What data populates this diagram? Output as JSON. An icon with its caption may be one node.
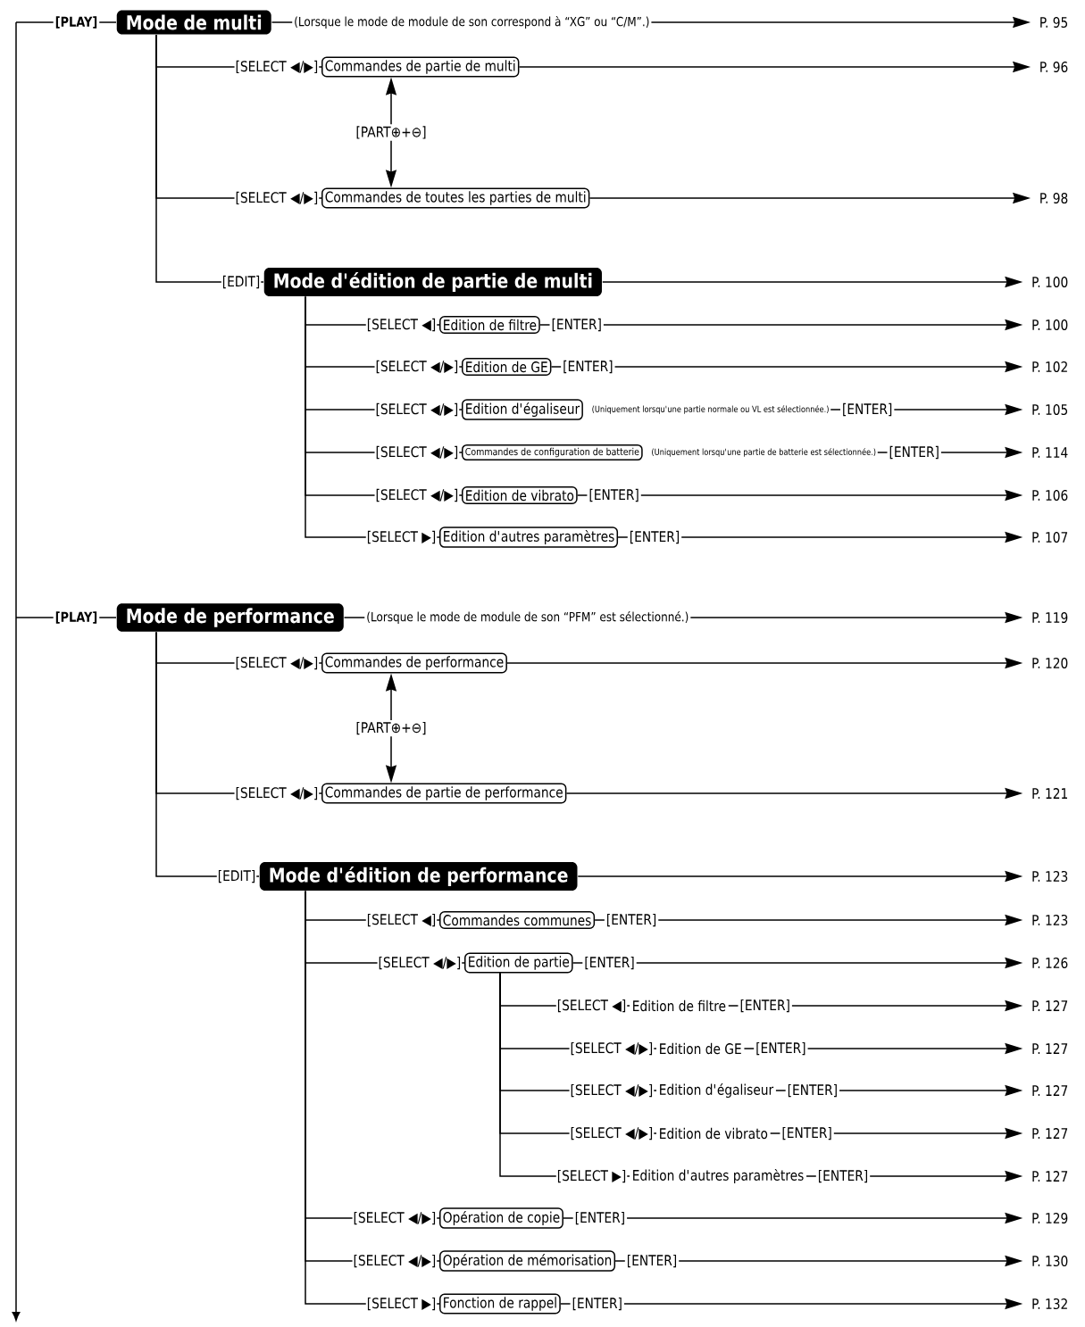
{
  "diagram": {
    "nodes": [
      {
        "text": [
          "Mode de multi"
        ]
      },
      {
        "text": [
          "P. 95"
        ]
      },
      {
        "text": [
          "Commandes de partie de multi"
        ]
      },
      {
        "text": [
          "P. 96"
        ]
      },
      {
        "text": [
          "Commandes de toutes les parties de multi"
        ]
      },
      {
        "text": [
          "P. 98"
        ]
      },
      {
        "text": [
          "Mode d'édition de partie de multi"
        ]
      },
      {
        "text": [
          "P. 100"
        ]
      },
      {
        "text": [
          "Edition de filtre"
        ]
      },
      {
        "text": [
          "P. 100"
        ]
      },
      {
        "text": [
          "Edition de GE"
        ]
      },
      {
        "text": [
          "P. 102"
        ]
      },
      {
        "text": [
          "Edition d'égaliseur"
        ],
        "beside": [
          "(Uniquement lorsqu'une partie normale ou VL est sélectionnée.)"
        ]
      },
      {
        "text": [
          "P. 105"
        ]
      },
      {
        "text": [
          "Commandes de configuration de batterie"
        ],
        "beside": [
          "(Uniquement lorsqu'une partie de batterie est sélectionnée.)"
        ]
      },
      {
        "text": [
          "P. 114"
        ]
      },
      {
        "text": [
          "Edition de vibrato"
        ]
      },
      {
        "text": [
          "P. 106"
        ]
      },
      {
        "text": [
          "Edition d'autres paramètres"
        ]
      },
      {
        "text": [
          "P. 107"
        ]
      },
      {
        "text": [
          "Mode de performance"
        ]
      },
      {
        "text": [
          "P. 119"
        ]
      },
      {
        "text": [
          "Commandes de performance"
        ]
      },
      {
        "text": [
          "P. 120"
        ]
      },
      {
        "text": [
          "Commandes de partie de performance"
        ]
      },
      {
        "text": [
          "P. 121"
        ]
      },
      {
        "text": [
          "Mode d'édition de performance"
        ]
      },
      {
        "text": [
          "P. 123"
        ]
      },
      {
        "text": [
          "Commandes communes"
        ]
      },
      {
        "text": [
          "P. 123"
        ]
      },
      {
        "text": [
          "Edition de partie"
        ]
      },
      {
        "text": [
          "P. 126"
        ]
      },
      {
        "text": [
          "Edition de filtre"
        ]
      },
      {
        "text": [
          "P. 127"
        ]
      },
      {
        "text": [
          "Edition de GE"
        ]
      },
      {
        "text": [
          "P. 127"
        ]
      },
      {
        "text": [
          "Edition d'égaliseur"
        ]
      },
      {
        "text": [
          "P. 127"
        ]
      },
      {
        "text": [
          "Edition de vibrato"
        ]
      },
      {
        "text": [
          "P. 127"
        ]
      },
      {
        "text": [
          "Edition d'autres paramètres"
        ]
      },
      {
        "text": [
          "P. 127"
        ]
      },
      {
        "text": [
          "Opération de copie"
        ]
      },
      {
        "text": [
          "P. 129"
        ]
      },
      {
        "text": [
          "Opération de mémorisation"
        ]
      },
      {
        "text": [
          "P. 130"
        ]
      },
      {
        "text": [
          "Fonction de rappel"
        ]
      },
      {
        "text": [
          "P. 132"
        ]
      }
    ],
    "edges": [
      {
        "from": null,
        "to": 0,
        "arrow": "none",
        "label": "[PLAY]"
      },
      {
        "from": 0,
        "to": 1,
        "arrow": "to",
        "label": "(Lorsque le mode de module de son correspond à “XG” ou “C/M”.)"
      },
      {
        "from": 0,
        "to": 2,
        "arrow": "none",
        "label": "[SELECT ◀/▶]"
      },
      {
        "from": 2,
        "to": 3,
        "arrow": "to"
      },
      {
        "from": 2,
        "to": 4,
        "arrow": "both",
        "label": "[PART⊕+⊖]"
      },
      {
        "from": 0,
        "to": 4,
        "arrow": "none",
        "label": "[SELECT ◀/▶]"
      },
      {
        "from": 4,
        "to": 5,
        "arrow": "to"
      },
      {
        "from": 0,
        "to": 6,
        "arrow": "none",
        "label": "[EDIT]"
      },
      {
        "from": 6,
        "to": 7,
        "arrow": "to"
      },
      {
        "from": 6,
        "to": 8,
        "arrow": "none",
        "label": "[SELECT ◀]"
      },
      {
        "from": 8,
        "to": 9,
        "arrow": "to",
        "label": "[ENTER]"
      },
      {
        "from": 6,
        "to": 10,
        "arrow": "none",
        "label": "[SELECT ◀/▶]"
      },
      {
        "from": 10,
        "to": 11,
        "arrow": "to",
        "label": "[ENTER]"
      },
      {
        "from": 6,
        "to": 12,
        "arrow": "none",
        "label": "[SELECT ◀/▶]"
      },
      {
        "from": 12,
        "to": 13,
        "arrow": "to",
        "label": "[ENTER]"
      },
      {
        "from": 6,
        "to": 14,
        "arrow": "none",
        "label": "[SELECT ◀/▶]"
      },
      {
        "from": 14,
        "to": 15,
        "arrow": "to",
        "label": "[ENTER]"
      },
      {
        "from": 6,
        "to": 16,
        "arrow": "none",
        "label": "[SELECT ◀/▶]"
      },
      {
        "from": 16,
        "to": 17,
        "arrow": "to",
        "label": "[ENTER]"
      },
      {
        "from": 6,
        "to": 18,
        "arrow": "none",
        "label": "[SELECT ▶]"
      },
      {
        "from": 18,
        "to": 19,
        "arrow": "to",
        "label": "[ENTER]"
      },
      {
        "from": null,
        "to": 20,
        "arrow": "none",
        "label": "[PLAY]"
      },
      {
        "from": 20,
        "to": 21,
        "arrow": "to",
        "label": "(Lorsque le mode de module de son “PFM” est sélectionné.)"
      },
      {
        "from": 20,
        "to": 22,
        "arrow": "none",
        "label": "[SELECT ◀/▶]"
      },
      {
        "from": 22,
        "to": 23,
        "arrow": "to"
      },
      {
        "from": 22,
        "to": 24,
        "arrow": "both",
        "label": "[PART⊕+⊖]"
      },
      {
        "from": 20,
        "to": 24,
        "arrow": "none",
        "label": "[SELECT ◀/▶]"
      },
      {
        "from": 24,
        "to": 25,
        "arrow": "to"
      },
      {
        "from": 20,
        "to": 26,
        "arrow": "none",
        "label": "[EDIT]"
      },
      {
        "from": 26,
        "to": 27,
        "arrow": "to"
      },
      {
        "from": 26,
        "to": 28,
        "arrow": "none",
        "label": "[SELECT ◀]"
      },
      {
        "from": 28,
        "to": 29,
        "arrow": "to",
        "label": "[ENTER]"
      },
      {
        "from": 26,
        "to": 30,
        "arrow": "none",
        "label": "[SELECT ◀/▶]"
      },
      {
        "from": 30,
        "to": 31,
        "arrow": "to",
        "label": "[ENTER]"
      },
      {
        "from": 30,
        "to": 32,
        "arrow": "none",
        "label": "[SELECT ◀]"
      },
      {
        "from": 32,
        "to": 33,
        "arrow": "to",
        "label": "[ENTER]"
      },
      {
        "from": 30,
        "to": 34,
        "arrow": "none",
        "label": "[SELECT ◀/▶]"
      },
      {
        "from": 34,
        "to": 35,
        "arrow": "to",
        "label": "[ENTER]"
      },
      {
        "from": 30,
        "to": 36,
        "arrow": "none",
        "label": "[SELECT ◀/▶]"
      },
      {
        "from": 36,
        "to": 37,
        "arrow": "to",
        "label": "[ENTER]"
      },
      {
        "from": 30,
        "to": 38,
        "arrow": "none",
        "label": "[SELECT ◀/▶]"
      },
      {
        "from": 38,
        "to": 39,
        "arrow": "to",
        "label": "[ENTER]"
      },
      {
        "from": 30,
        "to": 40,
        "arrow": "none",
        "label": "[SELECT ▶]"
      },
      {
        "from": 40,
        "to": 41,
        "arrow": "to",
        "label": "[ENTER]"
      },
      {
        "from": 26,
        "to": 42,
        "arrow": "none",
        "label": "[SELECT ◀/▶]"
      },
      {
        "from": 42,
        "to": 43,
        "arrow": "to",
        "label": "[ENTER]"
      },
      {
        "from": 26,
        "to": 44,
        "arrow": "none",
        "label": "[SELECT ◀/▶]"
      },
      {
        "from": 44,
        "to": 45,
        "arrow": "to",
        "label": "[ENTER]"
      },
      {
        "from": 26,
        "to": 46,
        "arrow": "none",
        "label": "[SELECT ▶]"
      },
      {
        "from": 46,
        "to": 47,
        "arrow": "to",
        "label": "[ENTER]"
      }
    ]
  }
}
